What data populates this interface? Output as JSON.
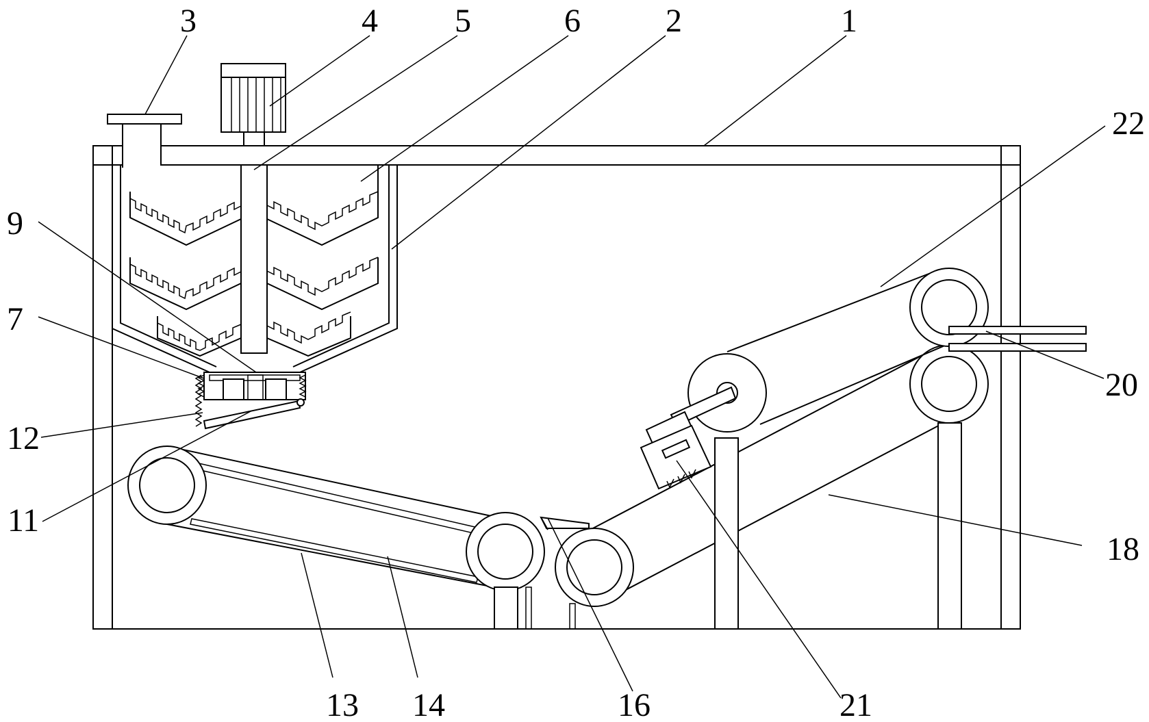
{
  "diagram": {
    "callouts": [
      {
        "id": "label-1",
        "text": "1"
      },
      {
        "id": "label-2",
        "text": "2"
      },
      {
        "id": "label-3",
        "text": "3"
      },
      {
        "id": "label-4",
        "text": "4"
      },
      {
        "id": "label-5",
        "text": "5"
      },
      {
        "id": "label-6",
        "text": "6"
      },
      {
        "id": "label-7",
        "text": "7"
      },
      {
        "id": "label-9",
        "text": "9"
      },
      {
        "id": "label-11",
        "text": "11"
      },
      {
        "id": "label-12",
        "text": "12"
      },
      {
        "id": "label-13",
        "text": "13"
      },
      {
        "id": "label-14",
        "text": "14"
      },
      {
        "id": "label-16",
        "text": "16"
      },
      {
        "id": "label-18",
        "text": "18"
      },
      {
        "id": "label-20",
        "text": "20"
      },
      {
        "id": "label-21",
        "text": "21"
      },
      {
        "id": "label-22",
        "text": "22"
      }
    ]
  }
}
